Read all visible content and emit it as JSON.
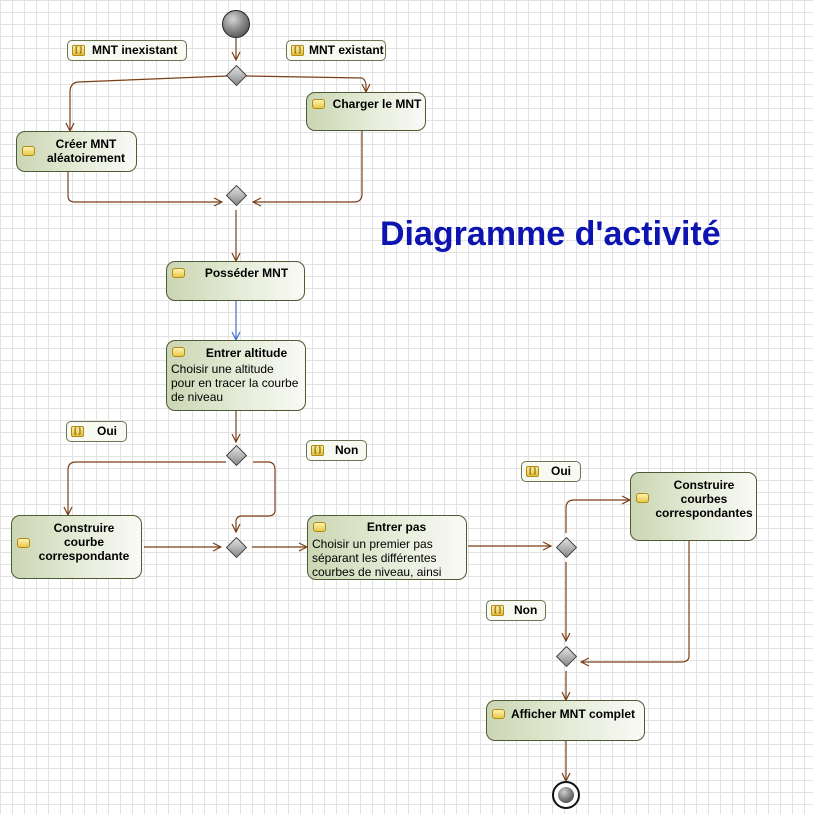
{
  "title": "Diagramme d'activité",
  "actions": {
    "creer_mnt": "Créer MNT aléatoirement",
    "charger_mnt": "Charger le MNT",
    "posseder_mnt": "Posséder MNT",
    "entrer_altitude": {
      "title": "Entrer altitude",
      "description": [
        "Choisir une altitude",
        "pour en tracer la courbe",
        "de niveau"
      ]
    },
    "construire_courbe": "Construire courbe correspondante",
    "entrer_pas": {
      "title": "Entrer pas",
      "description": [
        "Choisir un premier pas",
        "séparant les différentes",
        "courbes de niveau, ainsi"
      ]
    },
    "construire_courbes": "Construire courbes correspondantes",
    "afficher_mnt": "Afficher MNT complet"
  },
  "guards": {
    "mnt_inexistant": "MNT inexistant",
    "mnt_existant": "MNT existant",
    "oui_1": "Oui",
    "non_1": "Non",
    "oui_2": "Oui",
    "non_2": "Non"
  },
  "colors": {
    "edge": "#7a3f16",
    "highlight_edge": "#3f6fd0",
    "title": "#0d14b0"
  }
}
